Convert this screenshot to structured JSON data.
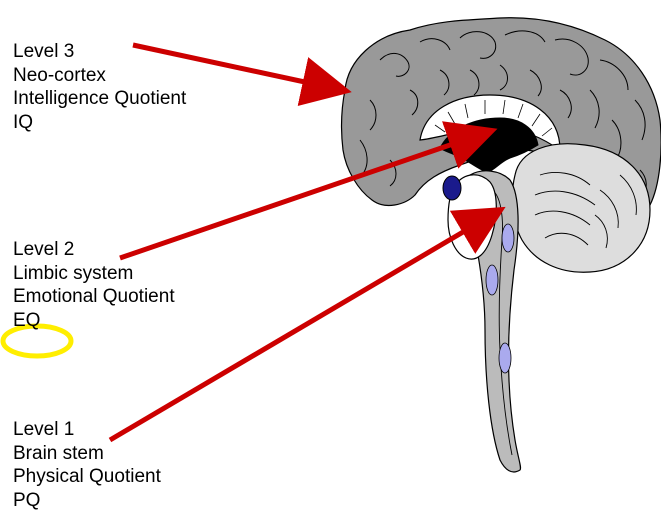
{
  "levels": [
    {
      "level": "Level 3",
      "structure": "Neo-cortex",
      "quotient": "Intelligence Quotient",
      "abbreviation": "IQ"
    },
    {
      "level": "Level 2",
      "structure": "Limbic system",
      "quotient": "Emotional Quotient",
      "abbreviation": "EQ",
      "highlighted": true
    },
    {
      "level": "Level 1",
      "structure": "Brain stem",
      "quotient": "Physical Quotient",
      "abbreviation": "PQ"
    }
  ],
  "colors": {
    "arrow": "#cc0000",
    "highlight_ring": "#ffee00",
    "cortex": "#999999",
    "cerebellum": "#dddddd",
    "brainstem": "#bbbbbb",
    "limbic": "#000000",
    "ventricle": "#aaaaee",
    "dark_blue": "#1a1a8c",
    "outline": "#000000"
  },
  "icons": [
    "brain-illustration",
    "arrow-icon",
    "highlight-ellipse"
  ]
}
